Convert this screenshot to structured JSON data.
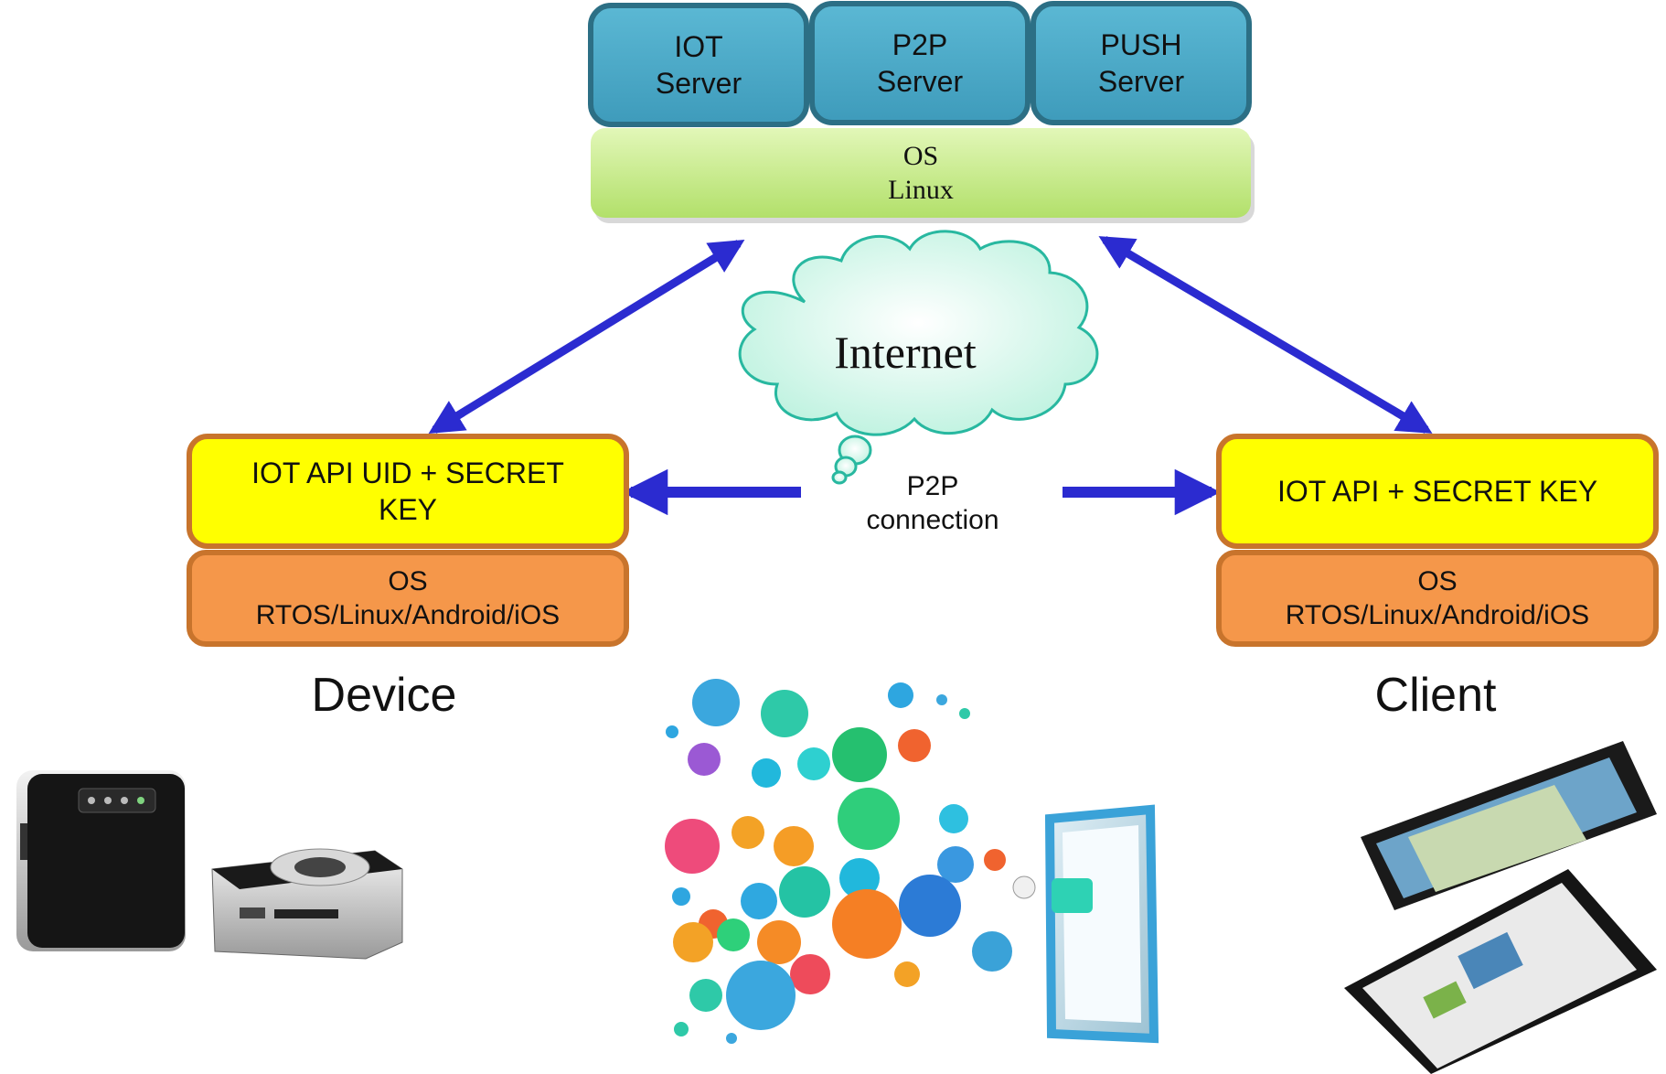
{
  "servers": [
    {
      "label": "IOT\nServer"
    },
    {
      "label": "P2P\nServer"
    },
    {
      "label": "PUSH\nServer"
    }
  ],
  "server_os": {
    "label": "OS\nLinux"
  },
  "internet": {
    "label": "Internet"
  },
  "p2p_connection": {
    "label": "P2P\nconnection"
  },
  "device": {
    "api_label": "IOT API  UID + SECRET\nKEY",
    "os_label": "OS\nRTOS/Linux/Android/iOS",
    "caption": "Device"
  },
  "client": {
    "api_label": "IOT API + SECRET KEY",
    "os_label": "OS\nRTOS/Linux/Android/iOS",
    "caption": "Client"
  },
  "colors": {
    "server_fill": "#4aa8c6",
    "server_border": "#2c6f85",
    "linux_fill": "#c7ec8f",
    "api_fill": "#ffff00",
    "api_border": "#c8742c",
    "os_fill": "#f5974a",
    "arrow": "#2b2bd0",
    "cloud_fill": "#c8f5e6"
  }
}
